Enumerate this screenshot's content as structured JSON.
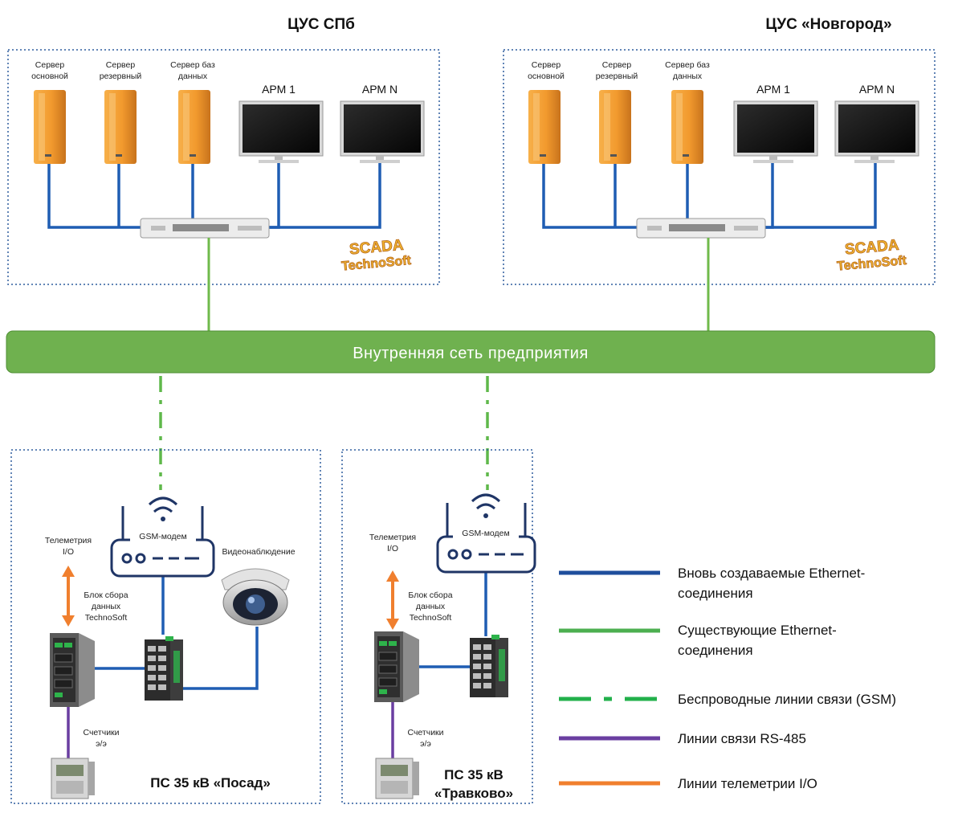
{
  "sites": {
    "spb": {
      "title": "ЦУС СПб",
      "server_main": [
        "Сервер",
        "основной"
      ],
      "server_reserve": [
        "Сервер",
        "резервный"
      ],
      "server_db": [
        "Сервер баз",
        "данных"
      ],
      "arm1": "АРМ 1",
      "armN": "АРМ N",
      "logo": [
        "SCADA",
        "TechnoSoft"
      ]
    },
    "novgorod": {
      "title": "ЦУС «Новгород»",
      "server_main": [
        "Сервер",
        "основной"
      ],
      "server_reserve": [
        "Сервер",
        "резервный"
      ],
      "server_db": [
        "Сервер баз",
        "данных"
      ],
      "arm1": "АРМ 1",
      "armN": "АРМ N",
      "logo": [
        "SCADA",
        "TechnoSoft"
      ]
    }
  },
  "network": {
    "label": "Внутренняя сеть предприятия"
  },
  "substations": {
    "posad": {
      "title": "ПС 35 кВ «Посад»",
      "gsm": "GSM-модем",
      "telemetry": [
        "Телеметрия",
        "I/O"
      ],
      "collector": [
        "Блок сбора",
        "данных",
        "TechnoSoft"
      ],
      "meters": [
        "Счетчики",
        "э/э"
      ],
      "video": "Видеонаблюдение"
    },
    "travkovo": {
      "title": [
        "ПС 35 кВ",
        "«Травково»"
      ],
      "gsm": "GSM-модем",
      "telemetry": [
        "Телеметрия",
        "I/O"
      ],
      "collector": [
        "Блок сбора",
        "данных",
        "TechnoSoft"
      ],
      "meters": [
        "Счетчики",
        "э/э"
      ]
    }
  },
  "legend": [
    {
      "lines": [
        "Вновь создаваемые Ethernet-",
        "соединения"
      ],
      "color": "#1f4e9c",
      "style": "solid"
    },
    {
      "lines": [
        "Существующие Ethernet-",
        "соединения"
      ],
      "color": "#4caf50",
      "style": "solid"
    },
    {
      "lines": [
        "Беспроводные линии связи (GSM)"
      ],
      "color": "#22b04b",
      "style": "dashdot"
    },
    {
      "lines": [
        "Линии связи RS-485"
      ],
      "color": "#6a3ea1",
      "style": "solid"
    },
    {
      "lines": [
        "Линии телеметрии I/O"
      ],
      "color": "#f07f2e",
      "style": "solid"
    }
  ],
  "colors": {
    "ethernet_new": "#1f5db3",
    "ethernet_existing": "#6fba4b",
    "gsm": "#5fb84a",
    "rs485": "#6a3ea1",
    "telemetry": "#f07f2e",
    "lan_bar": "#6fb14f",
    "server_orange": "#f2a13a"
  }
}
